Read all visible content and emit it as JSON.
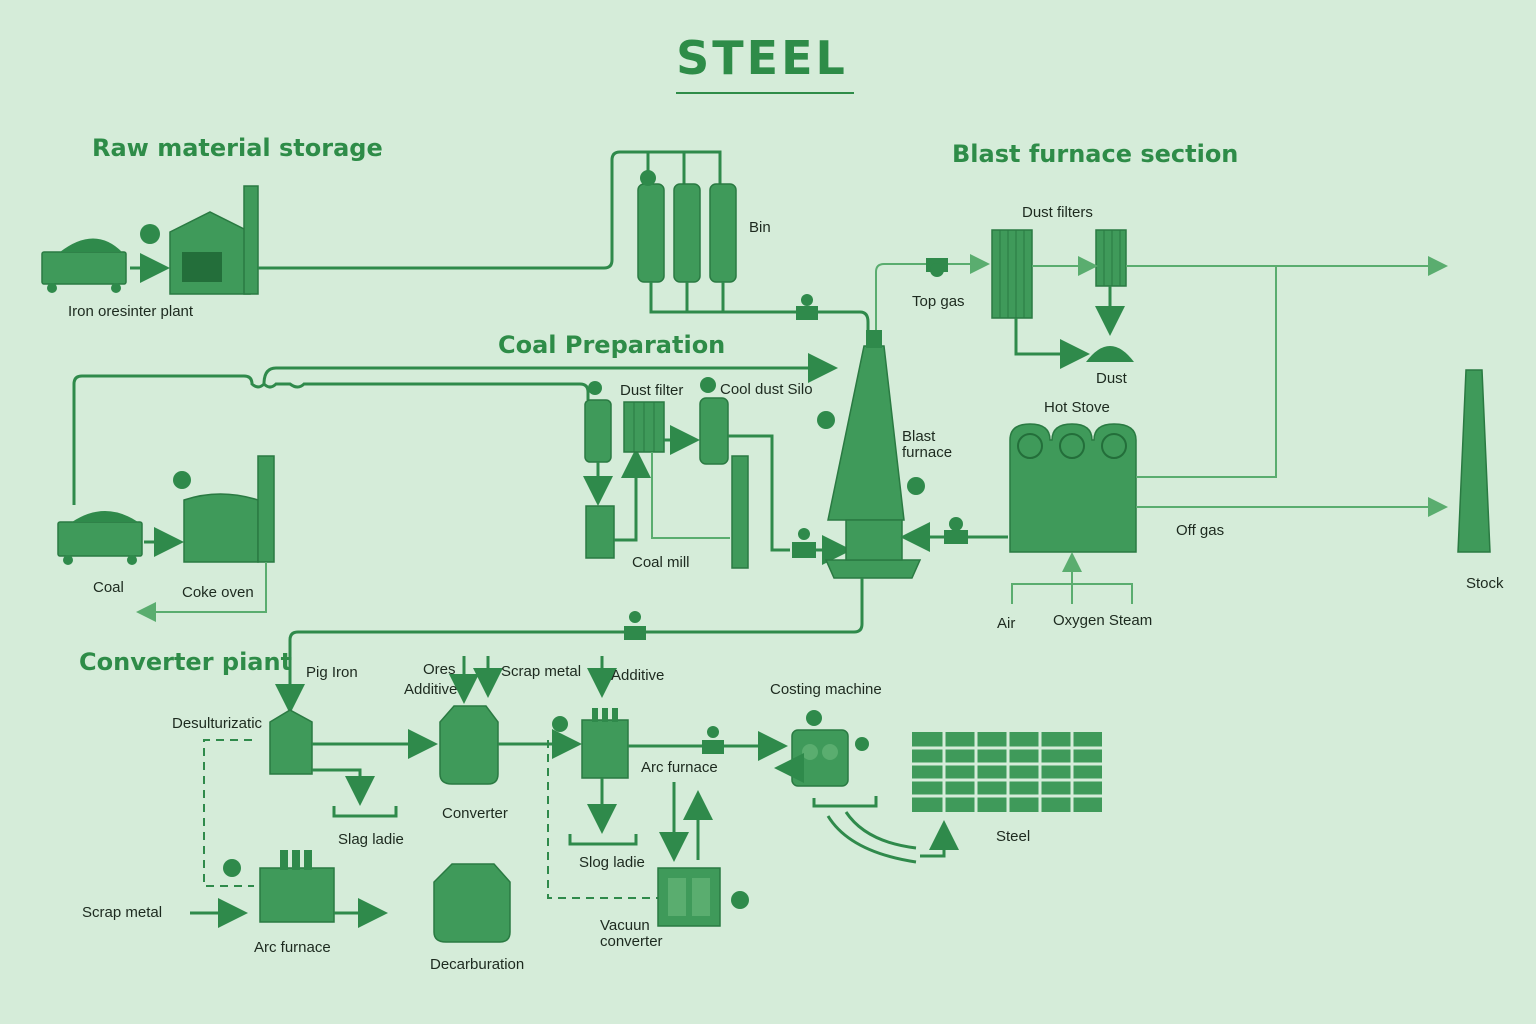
{
  "title": "STEEL",
  "sections": {
    "raw_material": "Raw material storage",
    "coal_prep": "Coal Preparation",
    "blast_furnace": "Blast furnace section",
    "converter": "Converter piant"
  },
  "labels": {
    "iron_ore_sinter": "Iron oresinter plant",
    "bin": "Bin",
    "dust_filters": "Dust filters",
    "top_gas": "Top gas",
    "dust": "Dust",
    "dust_filter": "Dust filter",
    "cool_dust_silo": "Cool dust Silo",
    "blast_furnace_l1": "Blast",
    "blast_furnace_l2": "furnace",
    "hot_stove": "Hot Stove",
    "coal": "Coal",
    "coke_oven": "Coke oven",
    "coal_mill": "Coal mill",
    "off_gas": "Off gas",
    "stock": "Stock",
    "air": "Air",
    "oxygen_steam": "Oxygen Steam",
    "pig_iron": "Pig Iron",
    "ores": "Ores",
    "additive_1": "Additive",
    "scrap_metal_top": "Scrap metal",
    "additive_2": "Additive",
    "casting_machine": "Costing machine",
    "desulfurization": "Desulturizatic",
    "converter": "Converter",
    "arc_furnace_mid": "Arc furnace",
    "slag_ladle_1": "Slag ladie",
    "slag_ladle_2": "Slog ladie",
    "steel": "Steel",
    "scrap_metal_left": "Scrap metal",
    "arc_furnace_low": "Arc furnace",
    "decarburation": "Decarburation",
    "vacuum_l1": "Vacuun",
    "vacuum_l2": "converter"
  },
  "colors": {
    "background": "#d5ecd9",
    "equipment": "#3f9a5a",
    "heading": "#2e8c48"
  }
}
